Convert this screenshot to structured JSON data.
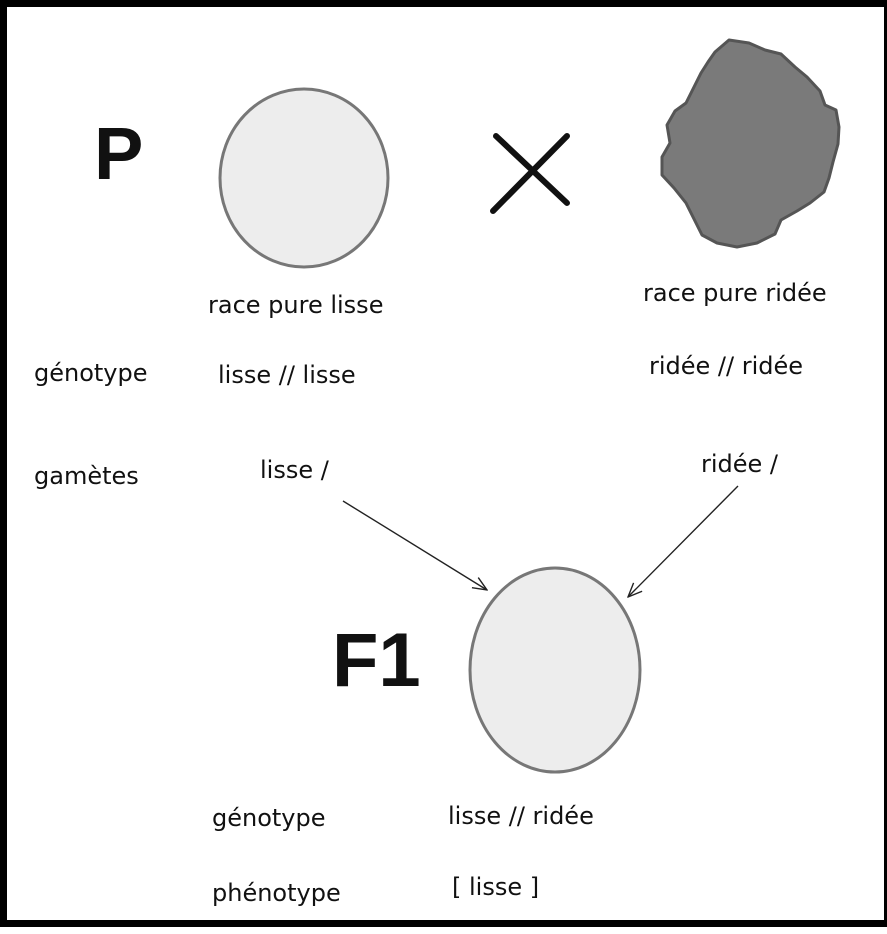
{
  "generation_labels": {
    "parent": "P",
    "f1": "F1"
  },
  "cross_symbol": "×",
  "parents": {
    "smooth": {
      "name": "race pure lisse",
      "genotype": "lisse // lisse",
      "gamete": "lisse /",
      "shape": "smooth-pea"
    },
    "wrinkled": {
      "name": "race pure ridée",
      "genotype": "ridée // ridée",
      "gamete": "ridée /",
      "shape": "wrinkled-pea"
    }
  },
  "row_labels": {
    "genotype": "génotype",
    "gametes": "gamètes",
    "f1_genotype": "génotype",
    "f1_phenotype": "phénotype"
  },
  "f1": {
    "genotype": "lisse // ridée",
    "phenotype": "[ lisse ]",
    "shape": "smooth-pea"
  },
  "colors": {
    "smooth_pea_fill": "#ededed",
    "smooth_pea_stroke": "#777777",
    "wrinkled_pea_fill": "#7a7a7a",
    "wrinkled_pea_stroke": "#555555",
    "frame": "#000000"
  }
}
